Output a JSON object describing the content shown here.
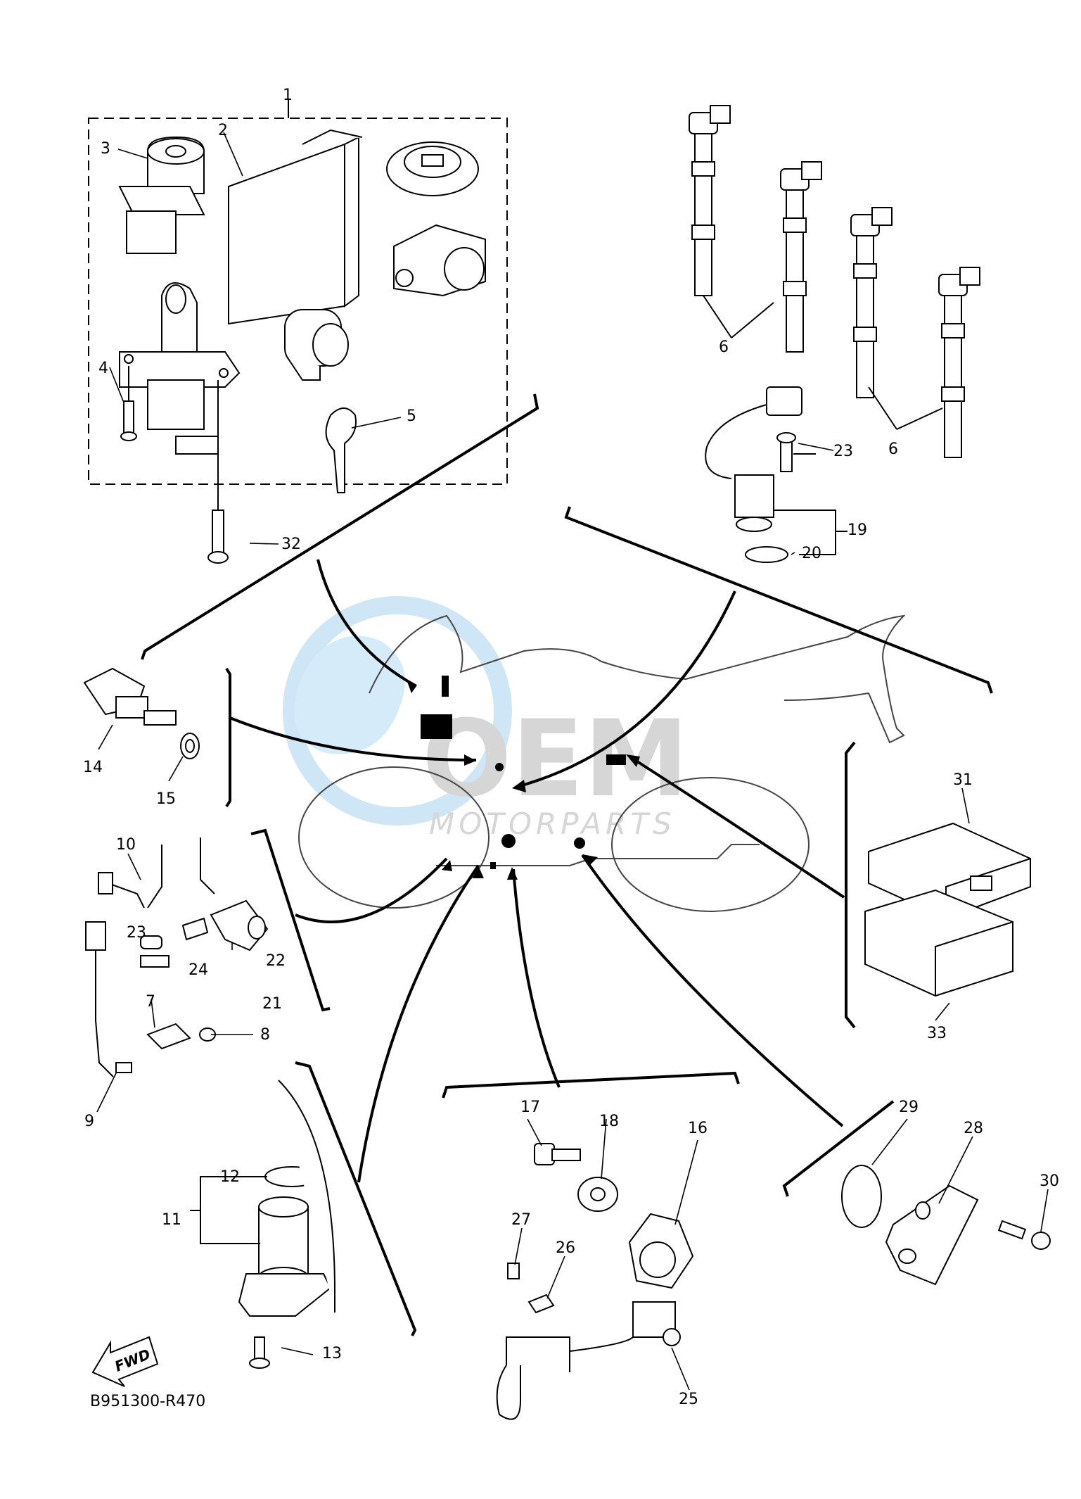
{
  "diagram": {
    "code": "B951300-R470",
    "fwd_label": "FWD",
    "watermark": {
      "brand": "OEM",
      "sub": "MOTORPARTS"
    },
    "callouts": [
      "1",
      "2",
      "3",
      "4",
      "5",
      "6",
      "6",
      "7",
      "8",
      "9",
      "10",
      "11",
      "12",
      "13",
      "14",
      "15",
      "16",
      "17",
      "18",
      "19",
      "20",
      "21",
      "22",
      "23",
      "23",
      "24",
      "25",
      "26",
      "27",
      "28",
      "29",
      "30",
      "31",
      "32",
      "33"
    ]
  },
  "colors": {
    "line": "#000000",
    "watermark_blue": "#cfe6f7",
    "watermark_grey": "#d9d9d9",
    "ecu_fill": "#000000"
  }
}
